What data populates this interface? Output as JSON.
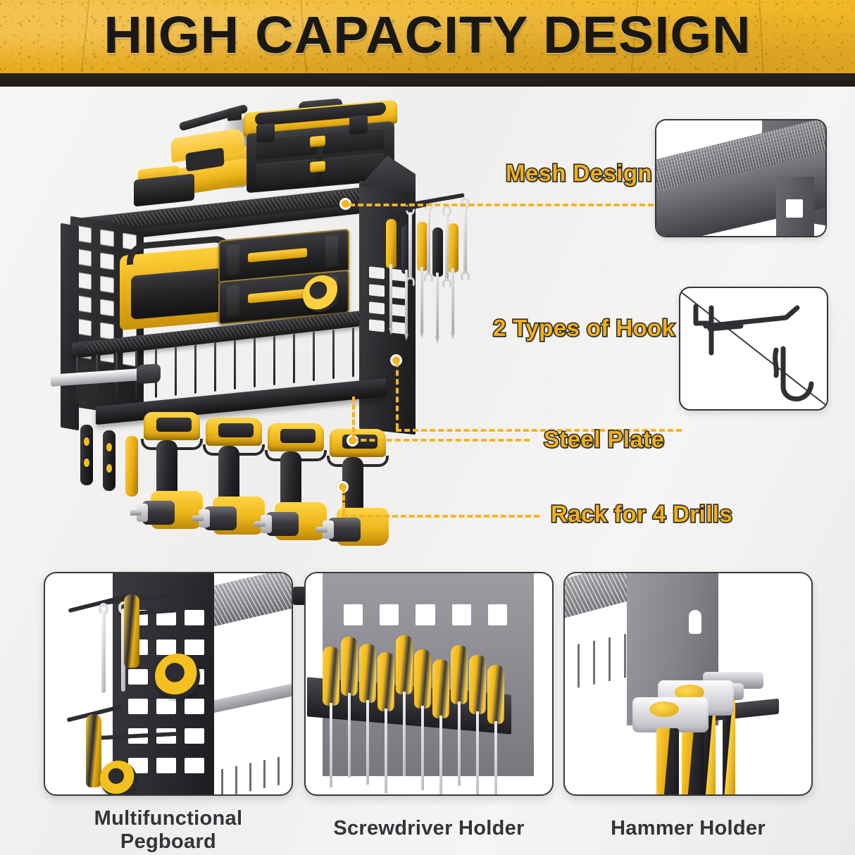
{
  "header": {
    "title": "HIGH CAPACITY DESIGN",
    "bg_color": "#f0b429",
    "text_color": "#1b1813",
    "rule_color": "#23201c"
  },
  "theme": {
    "accent_yellow": "#f2b42a",
    "label_yellow": "#f0b01c",
    "label_stroke": "#2b2b2b",
    "panel_border": "#3a3a3f",
    "page_background": "#f2f2f2",
    "caption_color": "#33333a"
  },
  "hero": {
    "product_name": "wall-mounted power tool organizer rack",
    "callouts": [
      {
        "id": "mesh-design",
        "label": "Mesh Design",
        "target": "top shelf mesh surface"
      },
      {
        "id": "hooks",
        "label": "2 Types of Hook",
        "target": "side pegboard hooks"
      },
      {
        "id": "steel-plate",
        "label": "Steel Plate",
        "target": "vertical steel side plate"
      },
      {
        "id": "rack-4-drills",
        "label": "Rack for 4 Drills",
        "target": "lower drill hanging bar"
      }
    ],
    "insets": [
      {
        "id": "mesh-inset",
        "art": "mesh-shelf-closeup",
        "linked_callout": "mesh-design"
      },
      {
        "id": "hook-inset",
        "art": "two-hook-types-split",
        "linked_callout": "hooks"
      }
    ],
    "drill_count": 4
  },
  "features": [
    {
      "id": "pegboard",
      "caption_line1": "Multifunctional",
      "caption_line2": "Pegboard",
      "art": "pegboard-with-hooks-wrenches-tape"
    },
    {
      "id": "screwdriver-holder",
      "caption_line1": "Screwdriver Holder",
      "caption_line2": "",
      "art": "screwdriver-rack-ten-slots",
      "screwdriver_count": 10
    },
    {
      "id": "hammer-holder",
      "caption_line1": "Hammer Holder",
      "caption_line2": "",
      "art": "hammer-slot-bracket",
      "hammer_count": 4
    }
  ]
}
